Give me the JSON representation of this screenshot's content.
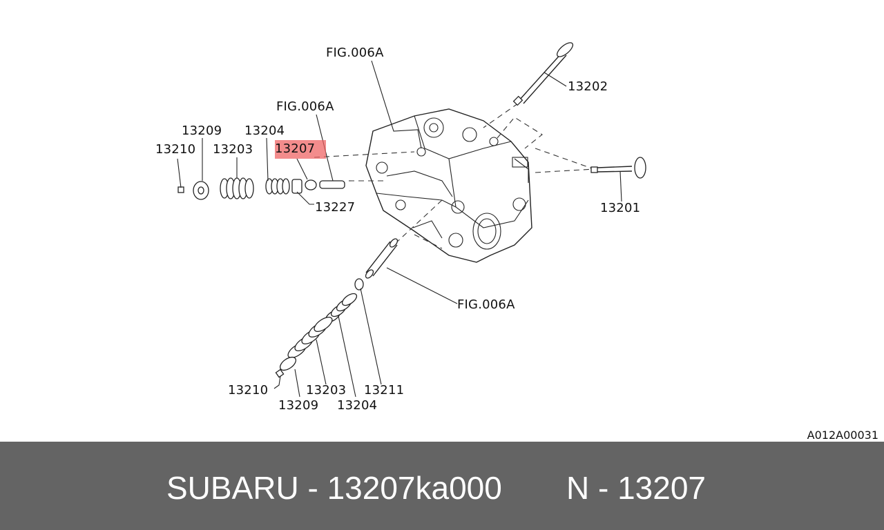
{
  "diagram": {
    "labels": {
      "fig_top": "FIG.006A",
      "fig_mid": "FIG.006A",
      "fig_bottom": "FIG.006A",
      "p13202": "13202",
      "p13201": "13201",
      "p13209_top": "13209",
      "p13204_top": "13204",
      "p13210_top": "13210",
      "p13203_top": "13203",
      "p13207": "13207",
      "p13227": "13227",
      "p13210_bottom": "13210",
      "p13203_bottom": "13203",
      "p13211": "13211",
      "p13209_bottom": "13209",
      "p13204_bottom": "13204"
    },
    "highlight_color": "#ee6060",
    "reference_code": "A012A00031"
  },
  "footer": {
    "brand_part": "SUBARU - 13207ka000",
    "number": "N - 13207",
    "background": "#646464"
  }
}
